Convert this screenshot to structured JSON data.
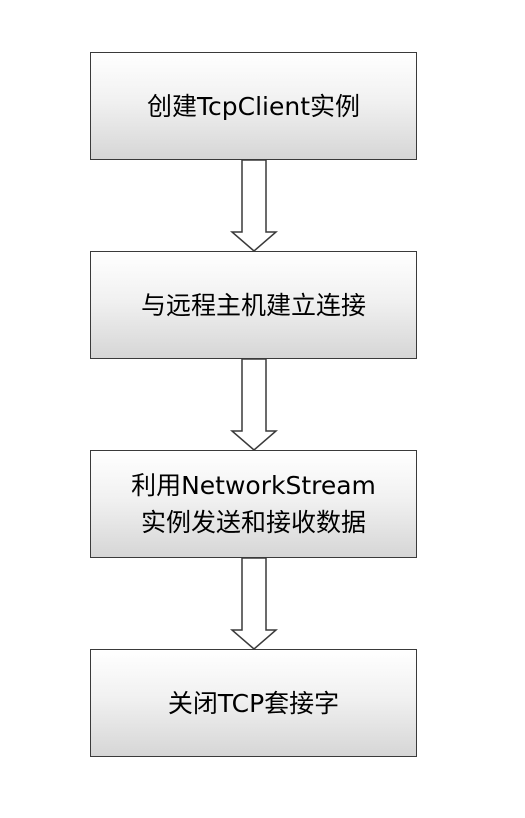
{
  "flowchart": {
    "steps": [
      {
        "lines": [
          "创建TcpClient实例"
        ]
      },
      {
        "lines": [
          "与远程主机建立连接"
        ]
      },
      {
        "lines": [
          "利用NetworkStream",
          "实例发送和接收数据"
        ]
      },
      {
        "lines": [
          "关闭TCP套接字"
        ]
      }
    ],
    "colors": {
      "box_border": "#3a3a3a",
      "box_fill_top": "#ffffff",
      "box_fill_bottom": "#d6d6d6",
      "arrow_stroke": "#3a3a3a",
      "arrow_fill": "#ffffff",
      "text": "#000000"
    }
  }
}
